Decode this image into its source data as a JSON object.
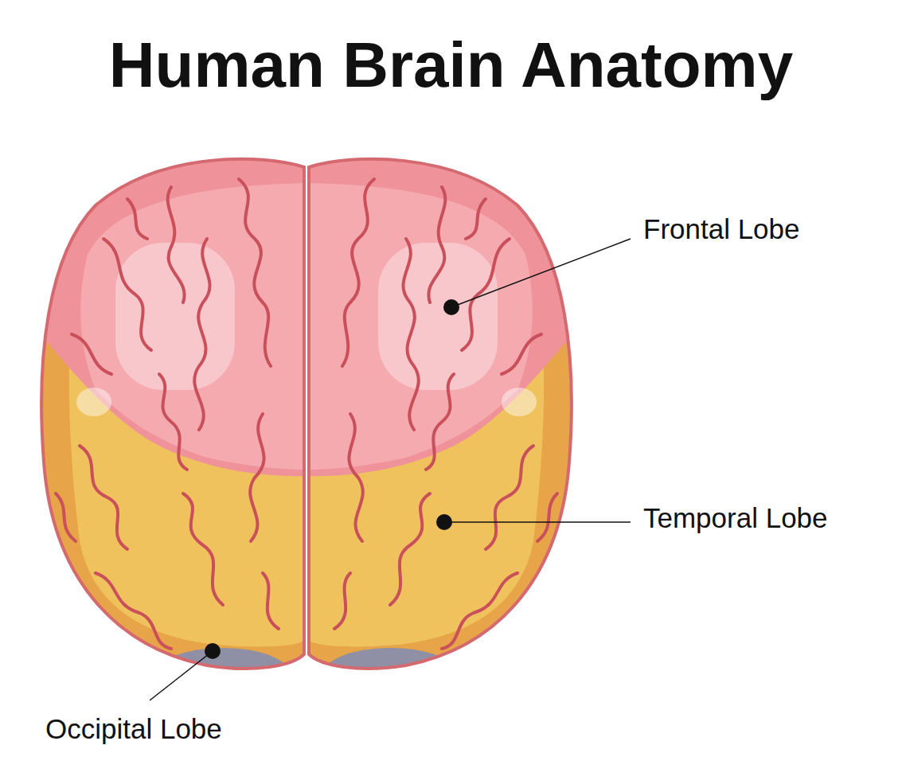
{
  "diagram": {
    "title": "Human Brain Anatomy",
    "labels": [
      "Frontal Lobe",
      "Temporal Lobe",
      "Occipital Lobe"
    ]
  }
}
